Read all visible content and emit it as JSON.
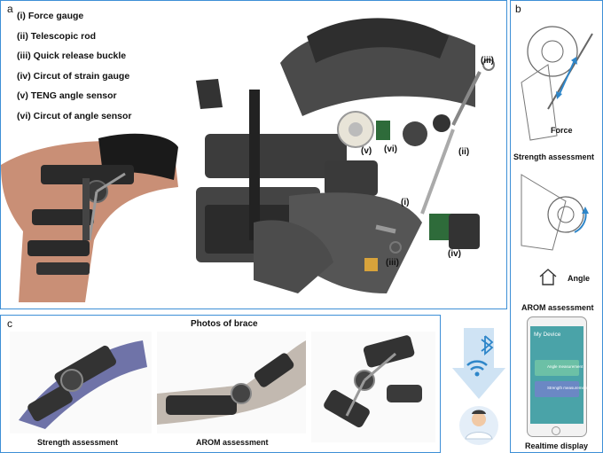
{
  "panel_a": {
    "letter": "a",
    "legend": [
      "(i) Force gauge",
      "(ii) Telescopic rod",
      "(iii) Quick release buckle",
      "(iv) Circut of strain gauge",
      "(v) TENG angle sensor",
      "(vi) Circut of angle sensor"
    ],
    "callouts": {
      "iii_top": "(iii)",
      "ii": "(ii)",
      "v": "(v)",
      "vi": "(vi)",
      "i": "(i)",
      "iii_bottom": "(iii)",
      "iv": "(iv)"
    }
  },
  "panel_b": {
    "letter": "b",
    "force": "Force",
    "strength": "Strength assessment",
    "angle": "Angle",
    "arom": "AROM assessment",
    "phone_title": "My Device",
    "phone_btn1": "Angle measurement",
    "phone_btn2": "Strength measurement",
    "realtime": "Realtime display"
  },
  "panel_c": {
    "letter": "c",
    "title": "Photos of brace",
    "cap_strength": "Strength assessment",
    "cap_arom": "AROM assessment"
  },
  "colors": {
    "border": "#3d8fd6",
    "phone": "#4aa3a8",
    "wireless": "#2e86c9"
  }
}
